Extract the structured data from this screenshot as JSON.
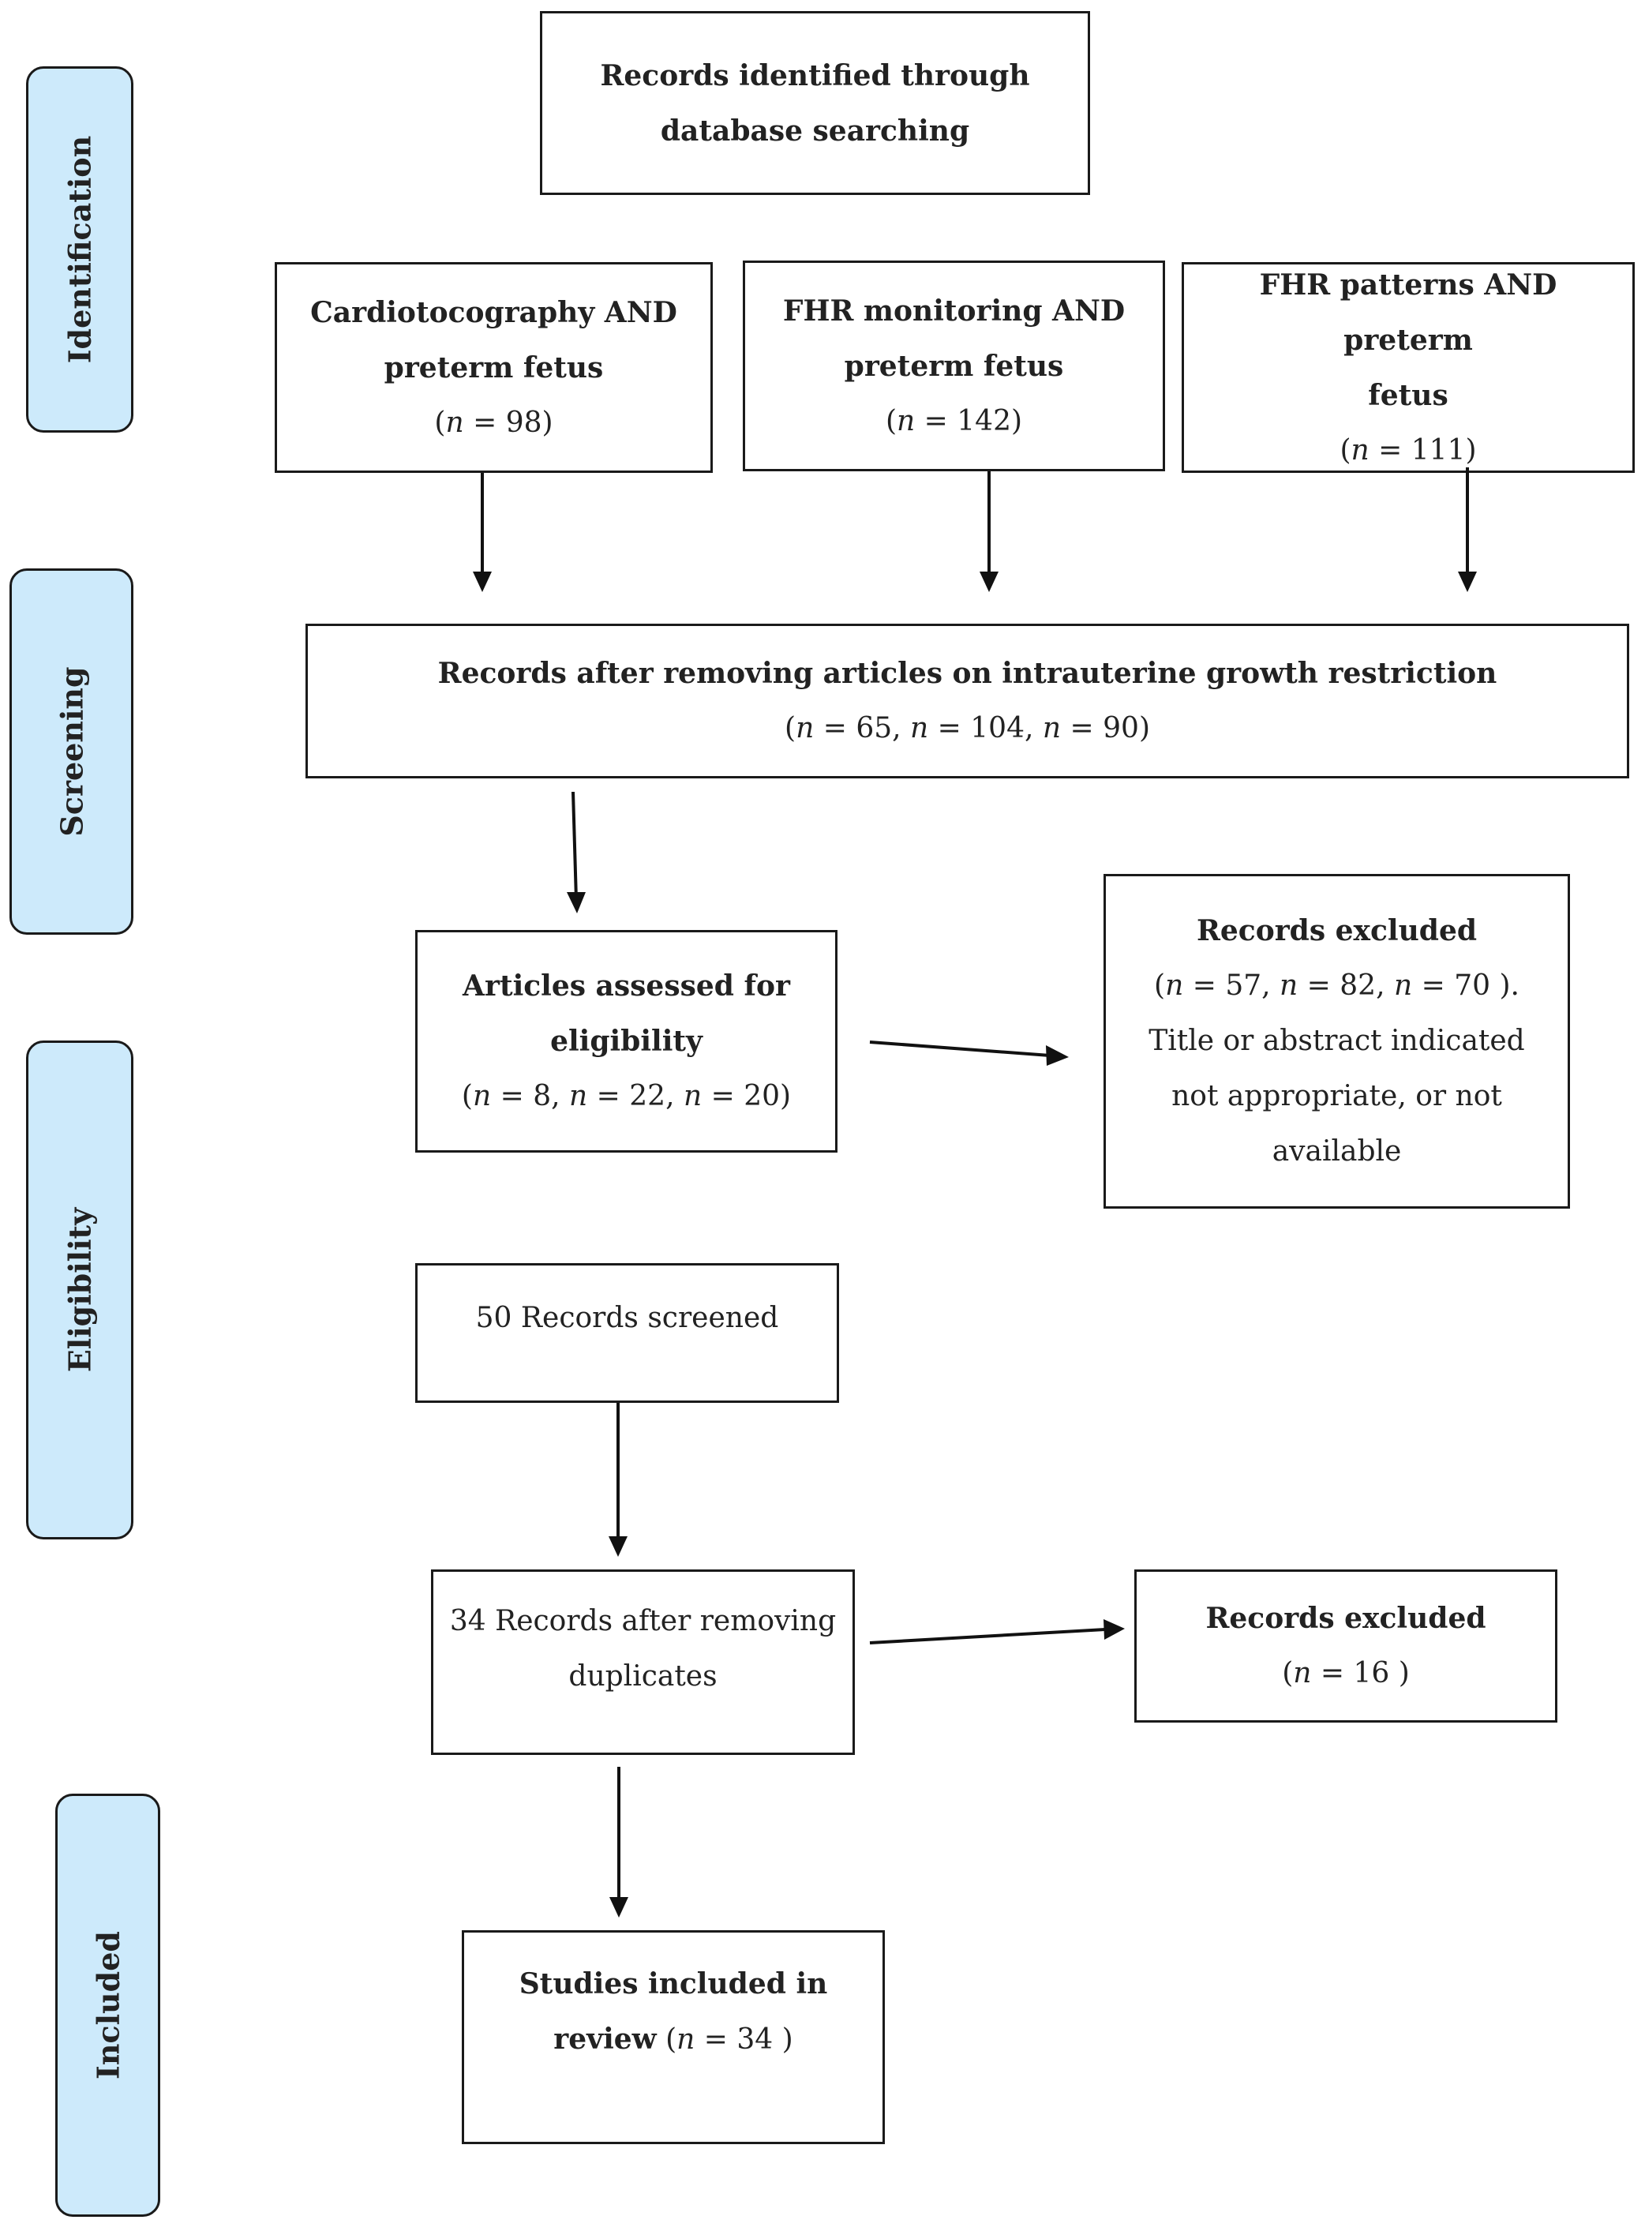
{
  "stages": {
    "identification": "Identification",
    "screening": "Screening",
    "eligibility": "Eligibility",
    "included": "Included"
  },
  "boxes": {
    "database": {
      "line1": "Records identified through",
      "line2": "database searching"
    },
    "cardio": {
      "line1": "Cardiotocography AND",
      "line2": "preterm fetus",
      "count": "98"
    },
    "fhr_monitoring": {
      "line1": "FHR monitoring AND",
      "line2": "preterm fetus",
      "count": "142"
    },
    "fhr_patterns": {
      "line1": "FHR patterns AND preterm",
      "line2": "fetus",
      "count": "111"
    },
    "records_after": {
      "title": "Records after removing articles on intrauterine growth restriction",
      "counts": [
        "65",
        "104",
        "90"
      ]
    },
    "assessed": {
      "line1": "Articles assessed for",
      "line2": "eligibility",
      "counts": [
        "8",
        "22",
        "20"
      ]
    },
    "excluded1": {
      "title": "Records excluded",
      "counts": [
        "57",
        "82",
        "70"
      ],
      "line3": "Title or abstract indicated",
      "line4": "not appropriate, or not",
      "line5": "available"
    },
    "screened": {
      "text": "50 Records screened"
    },
    "after_duplicates": {
      "line1": "34 Records after removing",
      "line2": "duplicates"
    },
    "excluded2": {
      "title": "Records excluded",
      "count": "16"
    },
    "included": {
      "line1": "Studies included in",
      "line2": "review",
      "count": "34"
    }
  }
}
